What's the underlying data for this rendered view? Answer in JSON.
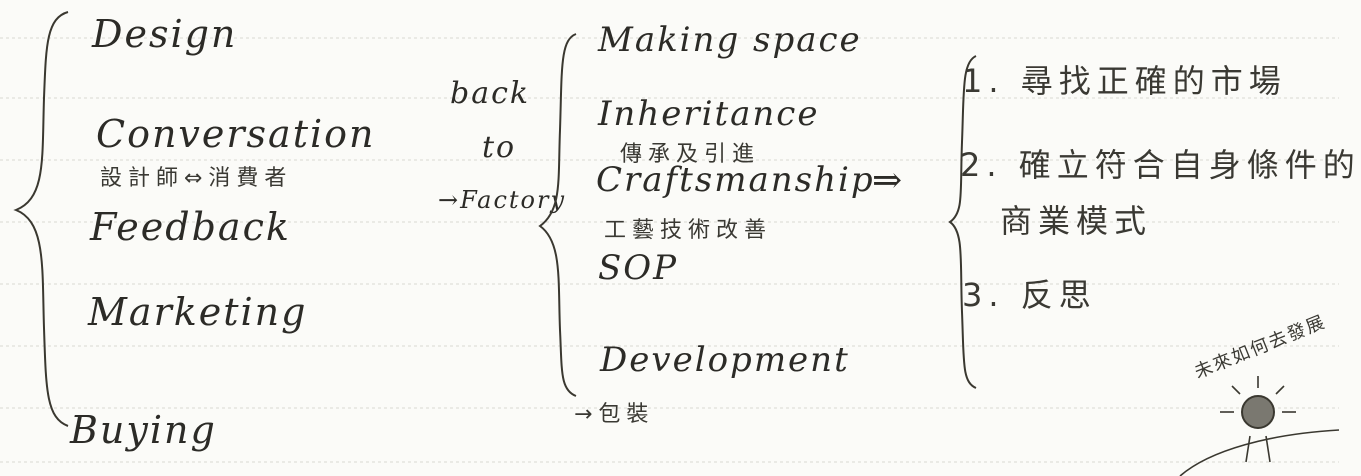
{
  "notes": {
    "column1": {
      "items": [
        "Design",
        "Conversation",
        "設計師⇔消費者",
        "Feedback",
        "Marketing",
        "Buying"
      ]
    },
    "column2": {
      "words": [
        "back",
        "to",
        "→Factory"
      ]
    },
    "column3": {
      "items": [
        "Making space",
        "Inheritance",
        "傳承及引進",
        "Craftsmanship",
        "工藝技術改善",
        "SOP",
        "Development",
        "→包裝"
      ]
    },
    "column4": {
      "items": [
        "1. 尋找正確的市場",
        "2. 確立符合自身條件的",
        "商業模式",
        "3. 反思"
      ]
    },
    "arrow": "⇒",
    "sketch_text": "未來如何去發展"
  },
  "colors": {
    "ink": "#2c2b27",
    "paper": "#fbfbf8",
    "rule": "#d7d7d0"
  }
}
